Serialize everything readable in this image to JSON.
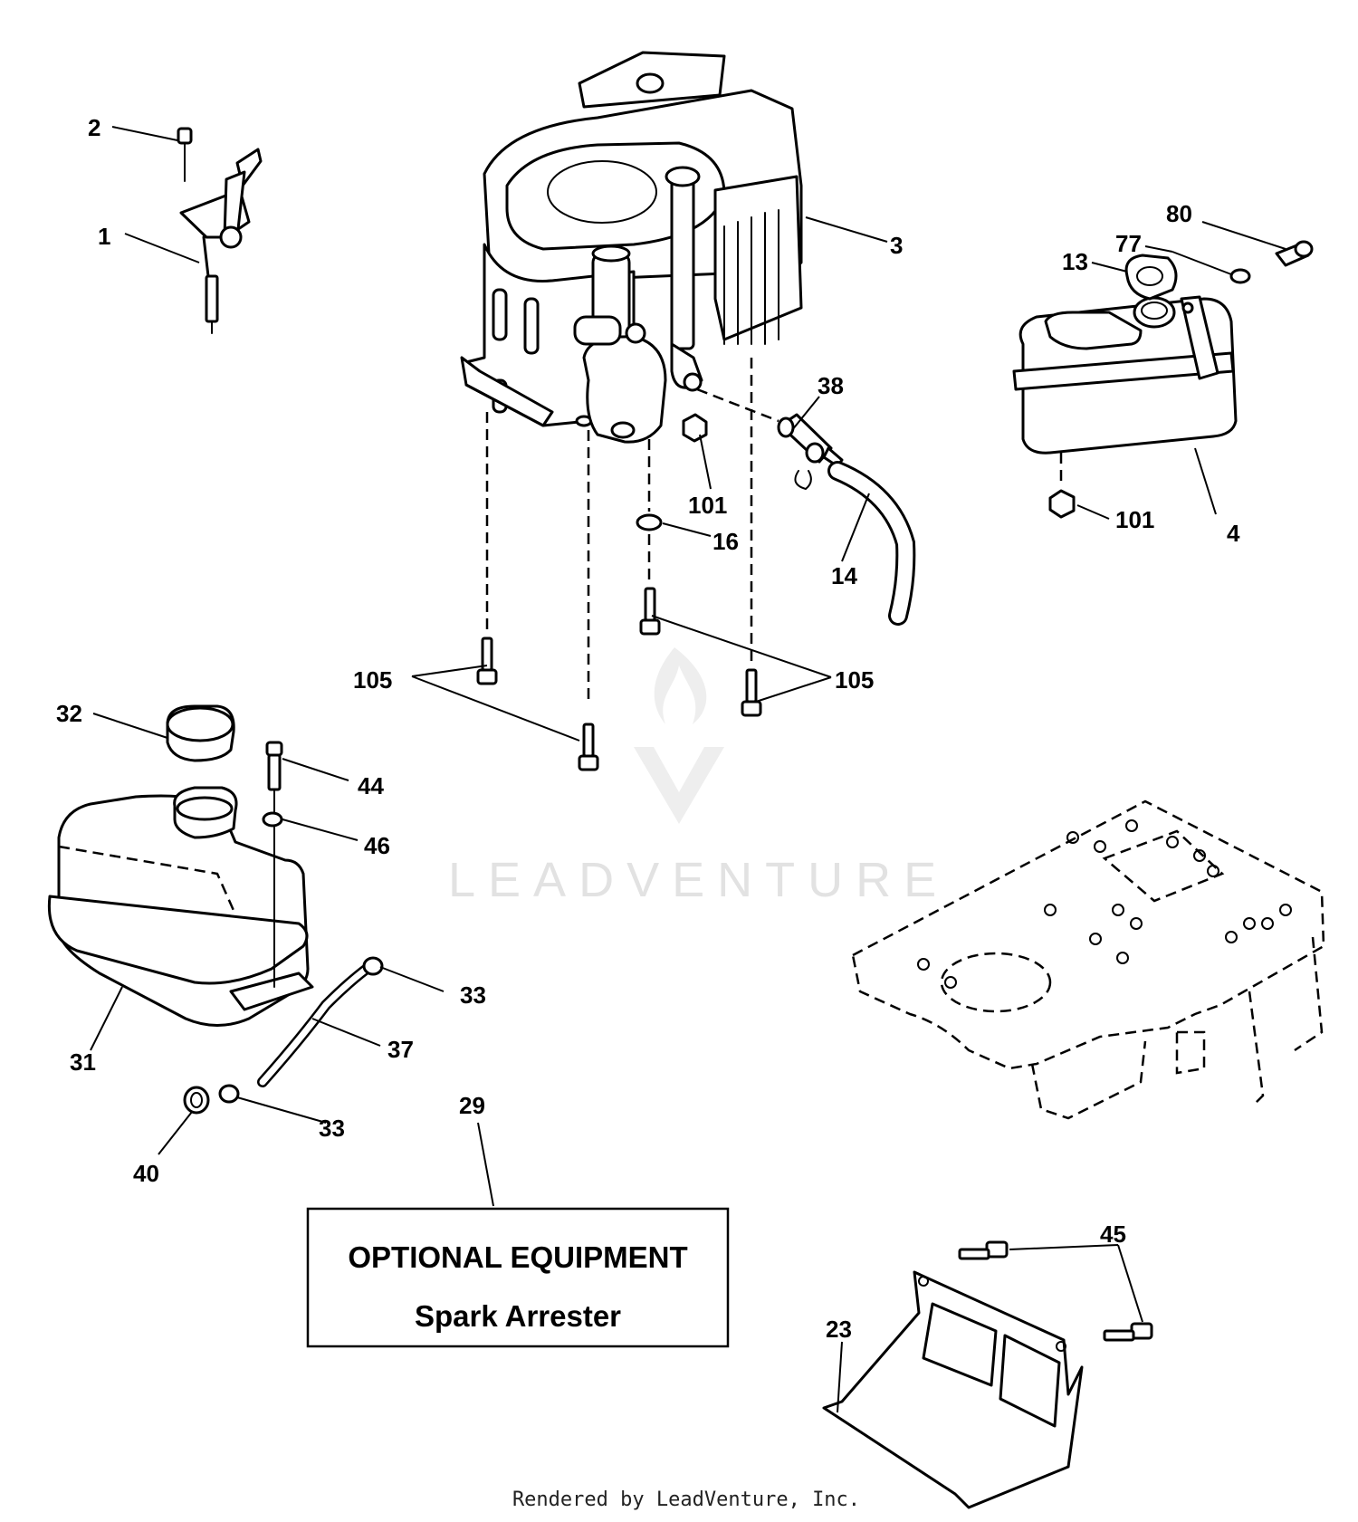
{
  "callouts": {
    "c1": "1",
    "c2": "2",
    "c3": "3",
    "c4": "4",
    "c13": "13",
    "c14": "14",
    "c16": "16",
    "c23": "23",
    "c29": "29",
    "c31": "31",
    "c32": "32",
    "c33a": "33",
    "c33b": "33",
    "c37": "37",
    "c38": "38",
    "c40": "40",
    "c44": "44",
    "c45": "45",
    "c46": "46",
    "c77": "77",
    "c80": "80",
    "c101a": "101",
    "c101b": "101",
    "c105a": "105",
    "c105b": "105"
  },
  "optional_box": {
    "line1": "OPTIONAL EQUIPMENT",
    "line2": "Spark Arrester"
  },
  "watermark": "LEADVENTURE",
  "footer": "Rendered by LeadVenture, Inc.",
  "icons": {
    "watermark_logo": "flame-v-logo-icon"
  }
}
